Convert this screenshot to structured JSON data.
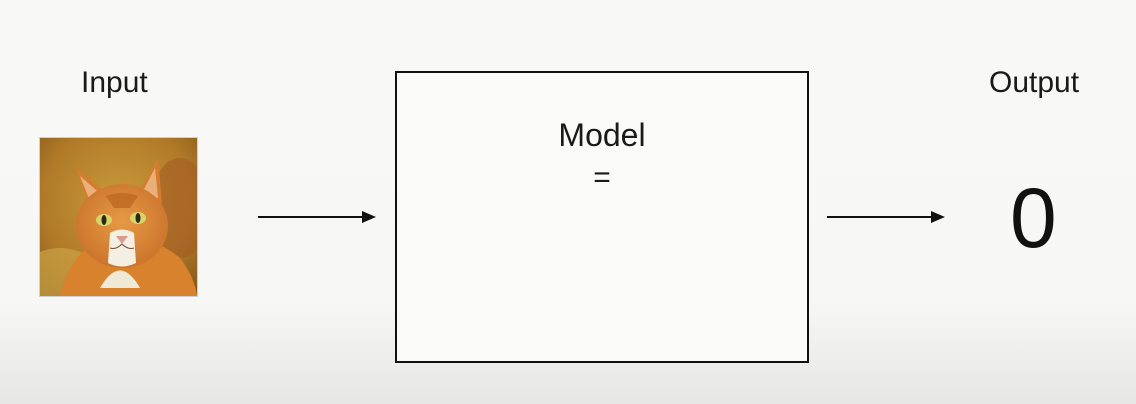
{
  "diagram": {
    "input_label": "Input",
    "output_label": "Output",
    "model_title": "Model",
    "model_equals": "=",
    "output_value": "0",
    "input_image": "cat-photo"
  },
  "colors": {
    "background": "#f8f8f6",
    "stroke": "#111111",
    "cat_orange": "#d27f2a",
    "cat_white": "#f2efe0",
    "photo_background": "#b8892a"
  }
}
